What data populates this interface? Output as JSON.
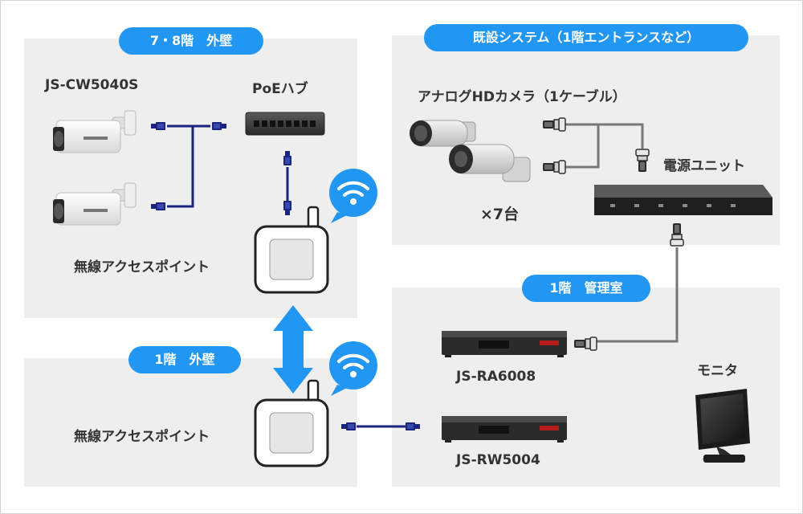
{
  "sections": {
    "floor78_wall": "7・8階　外壁",
    "existing_system": "既設システム（1階エントランスなど）",
    "floor1_office": "1階　管理室",
    "floor1_wall": "1階　外壁"
  },
  "labels": {
    "ip_camera_model": "JS-CW5040S",
    "poe_hub": "PoEハブ",
    "access_point_upper": "無線アクセスポイント",
    "access_point_lower": "無線アクセスポイント",
    "analog_camera": "アナログHDカメラ（1ケーブル）",
    "camera_count": "×7台",
    "power_unit": "電源ユニット",
    "recorder_a": "JS-RA6008",
    "recorder_b": "JS-RW5004",
    "monitor": "モニタ"
  },
  "colors": {
    "accent": "#2196f3",
    "panel": "#eeeeee",
    "lan_cable": "#1a237e",
    "coax_cable": "#777777",
    "text": "#333333"
  },
  "icons": {
    "wifi": "wifi-icon",
    "lan_plug": "rj45-plug-icon",
    "coax_plug": "bnc-plug-icon"
  }
}
